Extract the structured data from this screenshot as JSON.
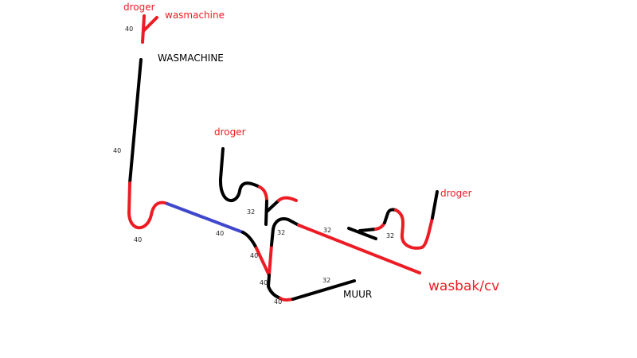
{
  "labels": {
    "droger_top": "droger",
    "wasmachine_red": "wasmachine",
    "WASMACHINE": "WASMACHINE",
    "droger_mid": "droger",
    "droger_right": "droger",
    "muur": "MUUR",
    "wasbak_cv": "wasbak/cv"
  },
  "diameters": {
    "top": "40",
    "vertical": "40",
    "bend": "40",
    "blue": "40",
    "down": "40",
    "junction": "40",
    "bottom": "40",
    "mid_droger": "32",
    "riser": "32",
    "wasbak": "32",
    "right_droger": "32",
    "muur": "32"
  },
  "colors": {
    "red": "#ed1c24",
    "black": "#000000",
    "blue": "#3f48cc"
  }
}
